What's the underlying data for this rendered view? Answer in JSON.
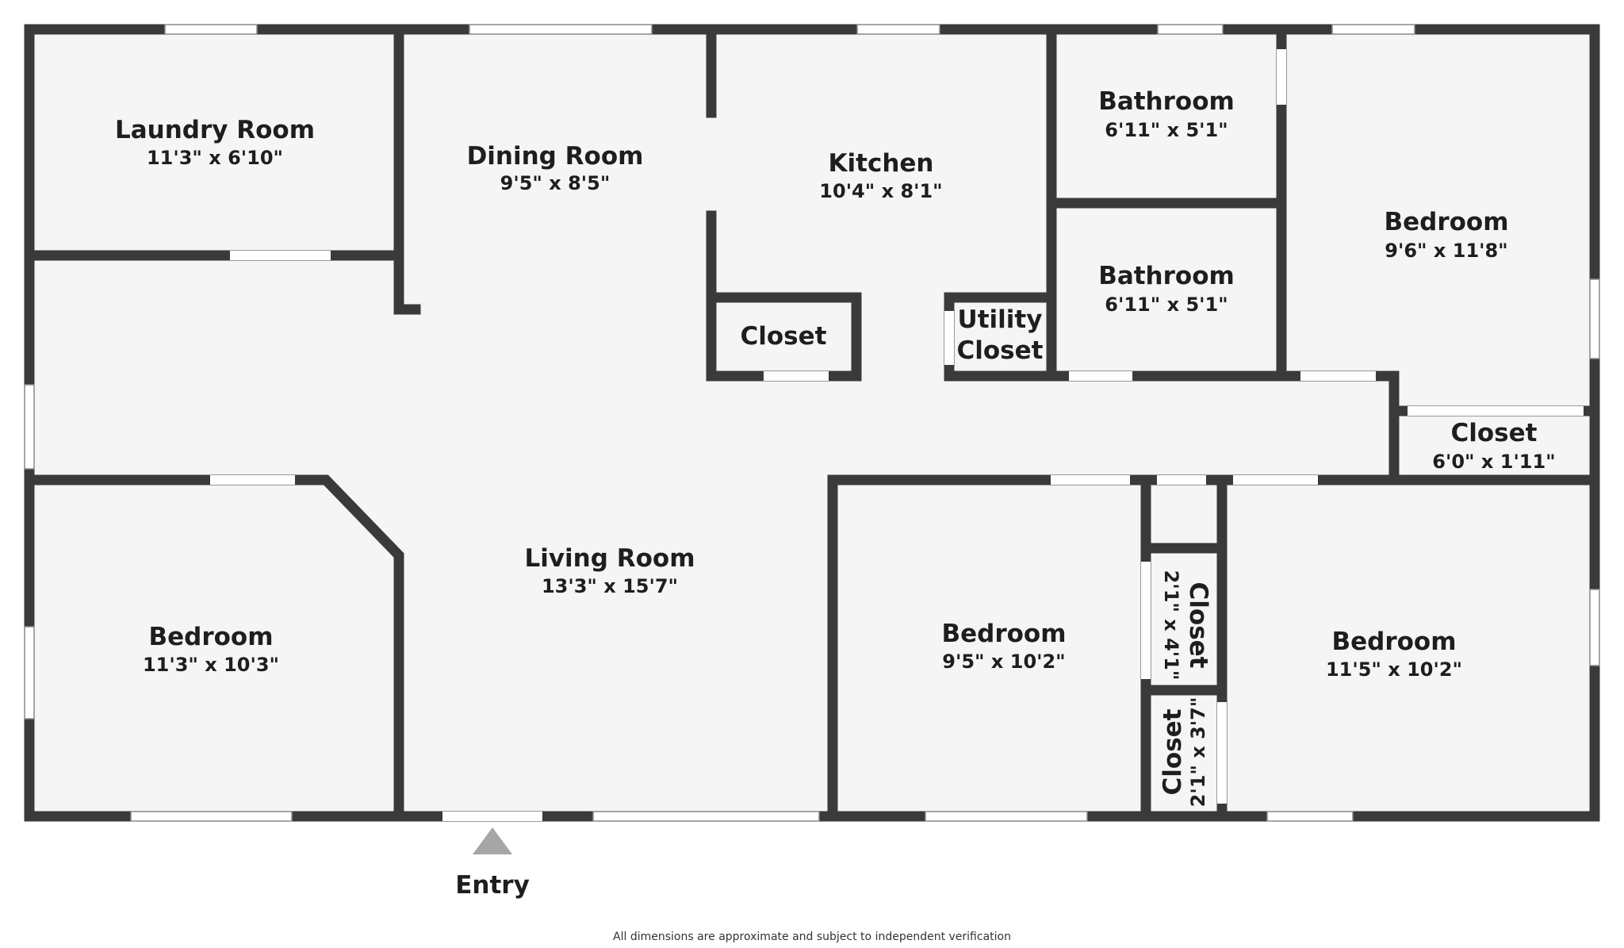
{
  "rooms": {
    "laundry_room": {
      "name": "Laundry Room",
      "dims": "11'3\" x 6'10\""
    },
    "dining_room": {
      "name": "Dining Room",
      "dims": "9'5\" x 8'5\""
    },
    "kitchen": {
      "name": "Kitchen",
      "dims": "10'4\" x 8'1\""
    },
    "bathroom_1": {
      "name": "Bathroom",
      "dims": "6'11\" x 5'1\""
    },
    "bathroom_2": {
      "name": "Bathroom",
      "dims": "6'11\" x 5'1\""
    },
    "bedroom_ne": {
      "name": "Bedroom",
      "dims": "9'6\" x 11'8\""
    },
    "closet_kitchen": {
      "name": "Closet"
    },
    "utility_closet": {
      "name_line1": "Utility",
      "name_line2": "Closet"
    },
    "closet_hall": {
      "name": "Closet",
      "dims": "6'0\" x 1'11\""
    },
    "bedroom_sw": {
      "name": "Bedroom",
      "dims": "11'3\" x 10'3\""
    },
    "living_room": {
      "name": "Living Room",
      "dims": "13'3\" x 15'7\""
    },
    "bedroom_s": {
      "name": "Bedroom",
      "dims": "9'5\" x 10'2\""
    },
    "closet_upper": {
      "name": "Closet",
      "dims": "2'1\" x 4'1\""
    },
    "closet_lower": {
      "name": "Closet",
      "dims": "2'1\" x 3'7\""
    },
    "bedroom_se": {
      "name": "Bedroom",
      "dims": "11'5\" x 10'2\""
    }
  },
  "entry": {
    "label": "Entry"
  },
  "disclaimer": "All dimensions are approximate and subject to independent verification",
  "colors": {
    "wall": "#3a3a3a",
    "floor": "#f5f5f5",
    "window": "#ffffff",
    "entry_marker": "#a6a6a6"
  }
}
